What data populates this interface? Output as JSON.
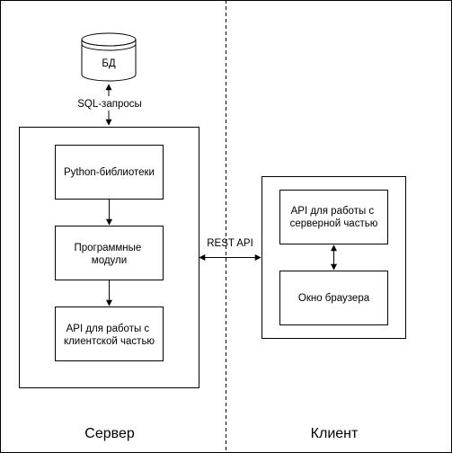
{
  "colors": {
    "stroke": "#000000",
    "fill": "#ffffff",
    "text": "#000000"
  },
  "diagram": {
    "database": {
      "label": "БД",
      "icon": "database-icon"
    },
    "sql_edge_label": "SQL-запросы",
    "server": {
      "title": "Сервер",
      "blocks": {
        "libraries": "Python-библиотеки",
        "modules_line1": "Программные",
        "modules_line2": "модули",
        "client_api_line1": "API для работы с",
        "client_api_line2": "клиентской частью"
      }
    },
    "rest_edge_label": "REST API",
    "client": {
      "title": "Клиент",
      "blocks": {
        "server_api_line1": "API для работы с",
        "server_api_line2": "серверной частью",
        "browser": "Окно браузера"
      }
    }
  }
}
